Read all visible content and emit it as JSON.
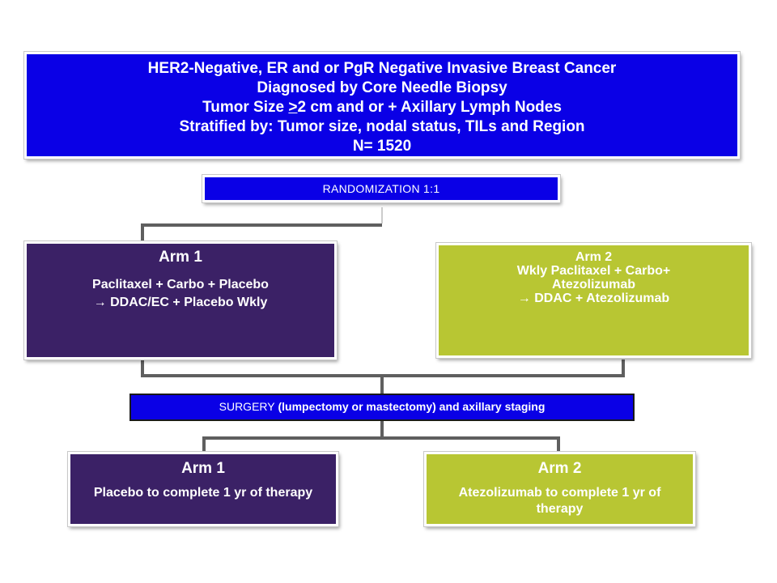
{
  "colors": {
    "blue": "#0a00e6",
    "purple": "#3b2166",
    "lime": "#b8c633",
    "connector": "#5f5f5f"
  },
  "header": {
    "line1": "HER2-Negative, ER and or PgR Negative Invasive Breast Cancer",
    "line2": "Diagnosed by Core Needle Biopsy",
    "line3_prefix": "Tumor Size ",
    "line3_underlined": ">",
    "line3_suffix": "2 cm and or + Axillary Lymph Nodes",
    "line4": "Stratified by: Tumor size, nodal status, TILs and Region",
    "line5": "N= 1520"
  },
  "randomization": {
    "label": "RANDOMIZATION 1:1"
  },
  "arm1": {
    "title": "Arm 1",
    "line1": "Paclitaxel + Carbo + Placebo",
    "line2": "→ DDAC/EC + Placebo Wkly"
  },
  "arm2": {
    "title": "Arm 2",
    "line1": "Wkly Paclitaxel + Carbo+",
    "line2": "Atezolizumab",
    "line3": "→ DDAC + Atezolizumab"
  },
  "surgery": {
    "prefix": "SURGERY",
    "detail": " (lumpectomy or mastectomy) and axillary staging"
  },
  "arm1_followup": {
    "title": "Arm 1",
    "text": "Placebo to complete 1 yr of therapy"
  },
  "arm2_followup": {
    "title": "Arm 2",
    "text": "Atezolizumab to complete 1 yr of therapy"
  }
}
